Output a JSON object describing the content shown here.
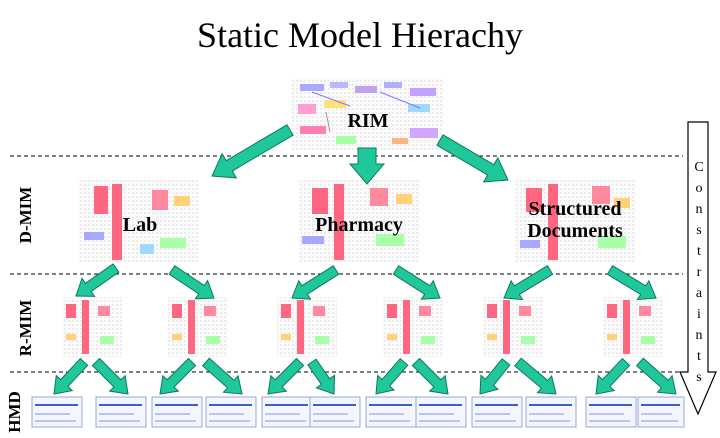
{
  "title": "Static Model Hierachy",
  "levels": [
    "D-MIM",
    "R-MIM",
    "HMD"
  ],
  "nodes": {
    "rim": "RIM",
    "dmim": [
      {
        "label_lines": [
          "Lab"
        ]
      },
      {
        "label_lines": [
          "Pharmacy"
        ]
      },
      {
        "label_lines": [
          "Structured",
          "Documents"
        ]
      }
    ]
  },
  "side_arrow_label": "Constraints",
  "colors": {
    "arrow": "#1fc79a",
    "arrow_stroke": "#0d7a5c",
    "diagram_pink": "#ff6680",
    "divider": "#000000"
  }
}
